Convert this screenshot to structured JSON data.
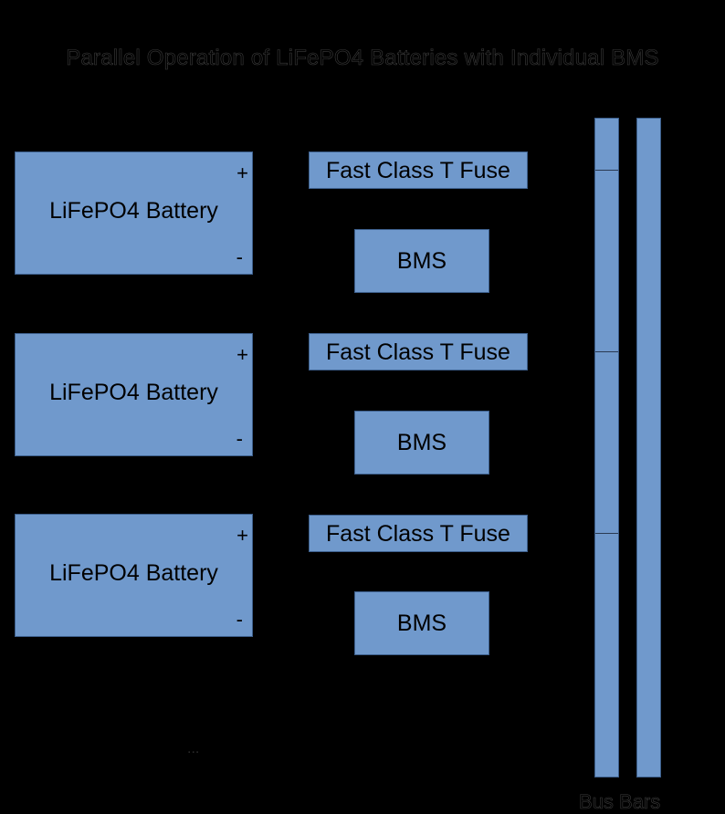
{
  "title": "Parallel Operation of LiFePO4 Batteries with Individual BMS",
  "colors": {
    "box_fill": "#7099cc",
    "box_border": "#3d5f8c",
    "background": "#000000"
  },
  "units": [
    {
      "battery_label": "LiFePO4 Battery",
      "plus": "+",
      "minus": "-",
      "fuse_label": "Fast Class T Fuse",
      "bms_label": "BMS"
    },
    {
      "battery_label": "LiFePO4 Battery",
      "plus": "+",
      "minus": "-",
      "fuse_label": "Fast Class T Fuse",
      "bms_label": "BMS"
    },
    {
      "battery_label": "LiFePO4 Battery",
      "plus": "+",
      "minus": "-",
      "fuse_label": "Fast Class T Fuse",
      "bms_label": "BMS"
    }
  ],
  "ellipsis": "...",
  "busbars_label": "Bus Bars"
}
